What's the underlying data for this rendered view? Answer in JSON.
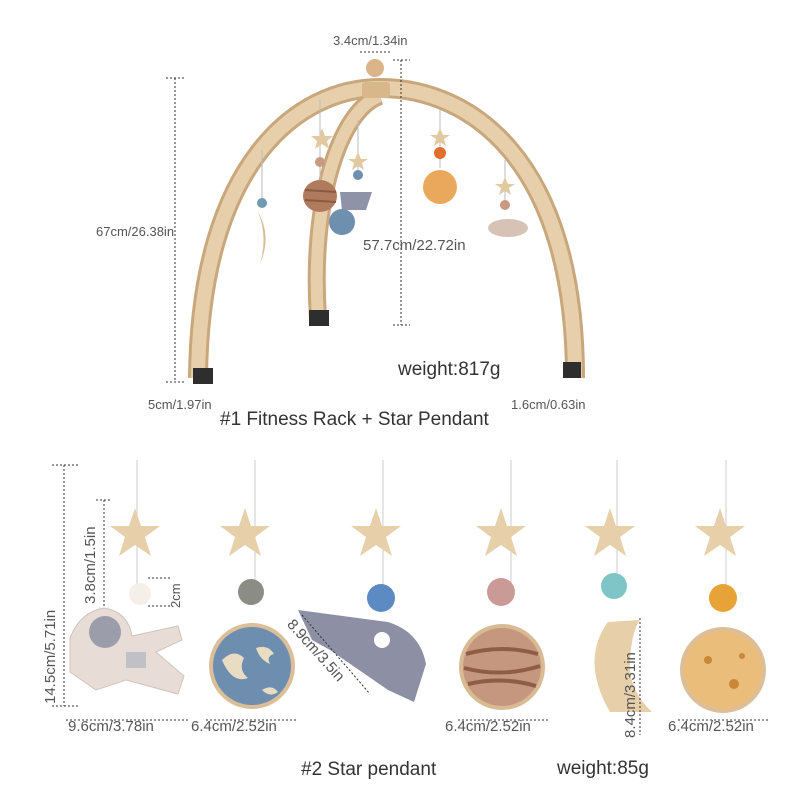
{
  "rack": {
    "top_width": "3.4cm/1.34in",
    "total_height": "67cm/26.38in",
    "inner_height": "57.7cm/22.72in",
    "weight": "weight:817g",
    "foot_left": "5cm/1.97in",
    "foot_right": "1.6cm/0.63in",
    "title": "#1 Fitness Rack + Star Pendant"
  },
  "pendants": {
    "total_height": "14.5cm/5.71in",
    "star_height": "3.8cm/1.5in",
    "ball_size": "2cm",
    "astronaut_width": "9.6cm/3.78in",
    "earth_width": "6.4cm/2.52in",
    "rocket_length": "8.9cm/3.5in",
    "planet_width": "6.4cm/2.52in",
    "moon_height": "8.4cm/3.31in",
    "sun_width": "6.4cm/2.52in",
    "title": "#2 Star pendant",
    "weight": "weight:85g"
  },
  "colors": {
    "wood": "#e3c9a3",
    "wood_dark": "#c9a77c",
    "earth": "#6f8fae",
    "rocket": "#8f93a8",
    "planet": "#c99a80",
    "sun": "#e9a85b"
  }
}
